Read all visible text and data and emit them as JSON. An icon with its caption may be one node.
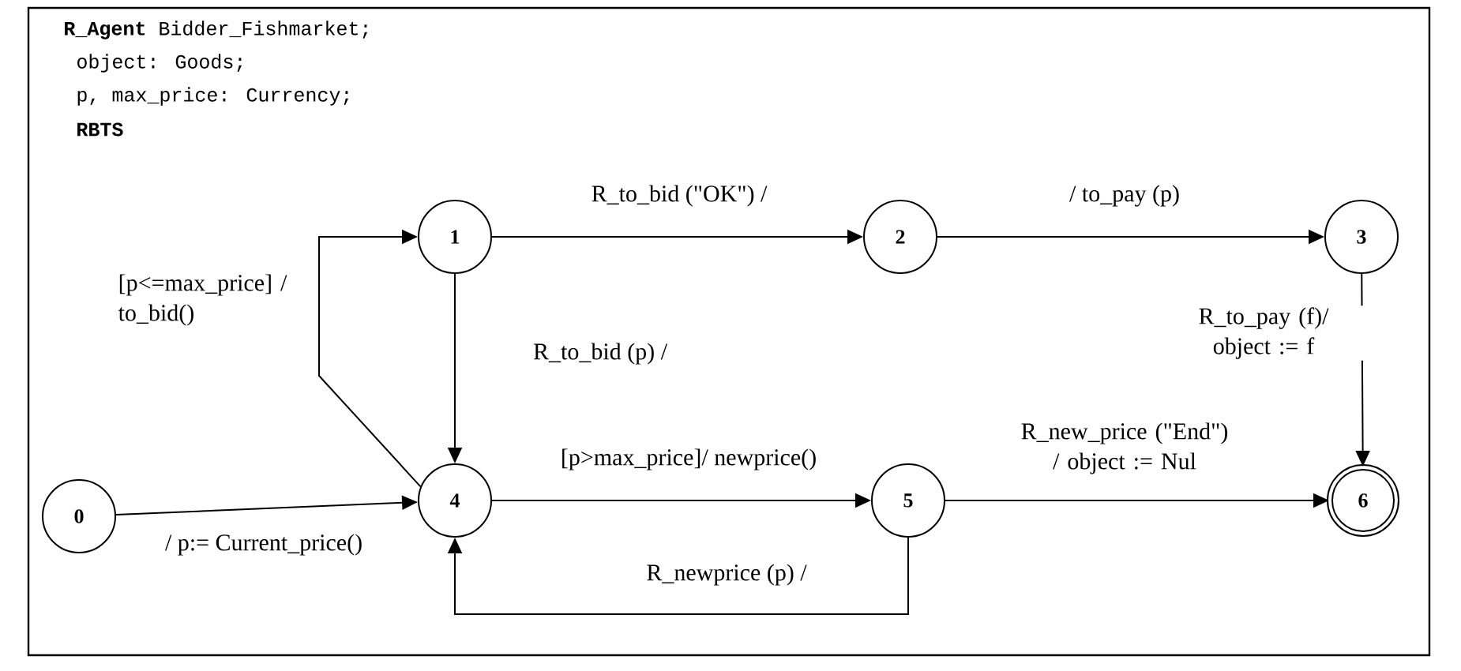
{
  "diagram": {
    "nodes": [
      {
        "text": [
          "0"
        ]
      },
      {
        "text": [
          "1"
        ]
      },
      {
        "text": [
          "2"
        ]
      },
      {
        "text": [
          "3"
        ]
      },
      {
        "text": [
          "4"
        ]
      },
      {
        "text": [
          "5"
        ]
      },
      {
        "text": [
          "6"
        ]
      }
    ],
    "edges": [
      {
        "from": 0,
        "to": 4,
        "arrow": "to",
        "label": "/ p:= Current_price()"
      },
      {
        "from": 1,
        "to": 2,
        "arrow": "to",
        "label": "R_to_bid (\"OK\") /"
      },
      {
        "from": 2,
        "to": 3,
        "arrow": "to",
        "label": "/ to_pay (p)"
      },
      {
        "from": 3,
        "to": 6,
        "arrow": "to",
        "label": "R_to_pay (f)/ object := f"
      },
      {
        "from": 1,
        "to": 4,
        "arrow": "to",
        "label": "R_to_bid (p) /"
      },
      {
        "from": 4,
        "to": 1,
        "arrow": "to",
        "label": "[p<=max_price] / to_bid()"
      },
      {
        "from": 4,
        "to": 5,
        "arrow": "to",
        "label": "[p>max_price]/ newprice()"
      },
      {
        "from": 5,
        "to": 6,
        "arrow": "to",
        "label": "R_new_price (\"End\") / object := Nul"
      },
      {
        "from": 5,
        "to": 4,
        "arrow": "to",
        "label": "R_newprice (p) /"
      }
    ],
    "labels": [
      "**R_Agent** Bidder_Fishmarket;",
      "object: Goods;",
      "p, max_price: Currency;",
      "RBTS"
    ]
  }
}
